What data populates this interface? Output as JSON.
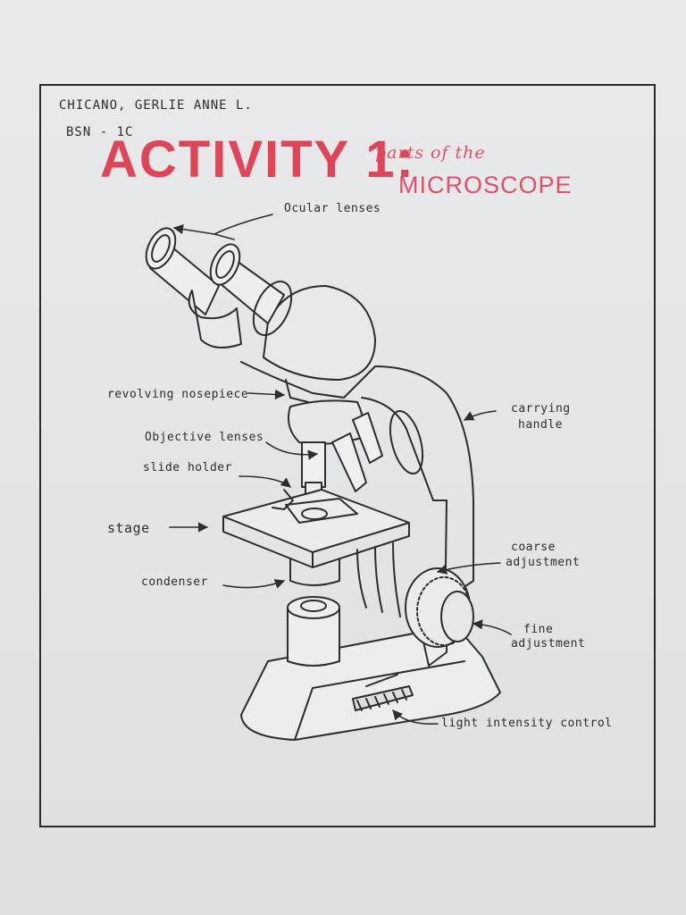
{
  "header": {
    "name": "CHICANO, GERLIE ANNE L.",
    "course": "BSN - 1C",
    "title": "ACTIVITY 1:",
    "subtitle_line1": "parts of the",
    "subtitle_line2": "MICROSCOPE"
  },
  "labels": {
    "ocular_lenses": "Ocular lenses",
    "revolving_nosepiece": "revolving nosepiece",
    "objective_lenses": "Objective lenses",
    "slide_holder": "slide holder",
    "stage": "stage",
    "condenser": "condenser",
    "carrying_handle_1": "carrying",
    "carrying_handle_2": "handle",
    "coarse_adjustment_1": "coarse",
    "coarse_adjustment_2": "adjustment",
    "fine_adjustment_1": "fine",
    "fine_adjustment_2": "adjustment",
    "light_intensity_control": "light intensity control"
  },
  "colors": {
    "ink": "#2c2c31",
    "title_red": "#e04457",
    "subtitle_pink": "#e0506a"
  }
}
